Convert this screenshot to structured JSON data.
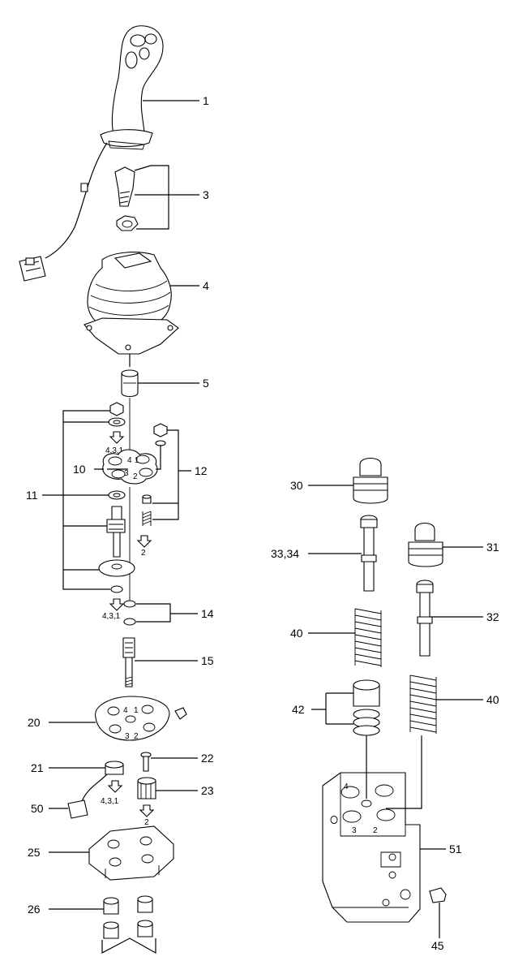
{
  "diagram": {
    "callouts": [
      "1",
      "3",
      "4",
      "5",
      "10",
      "11",
      "12",
      "14",
      "15",
      "20",
      "21",
      "22",
      "23",
      "25",
      "26",
      "30",
      "31",
      "32",
      "33,34",
      "40",
      "40",
      "42",
      "45",
      "50",
      "51"
    ],
    "flow_marks": [
      "4,3,1",
      "2",
      "4,3,1",
      "4,3,1",
      "2"
    ],
    "port_numbers": {
      "plate_top": [
        "4",
        "1",
        "3",
        "2"
      ],
      "plate_lower": [
        "4",
        "1",
        "3",
        "2"
      ],
      "valve_block": [
        "4",
        "3",
        "2"
      ]
    }
  }
}
